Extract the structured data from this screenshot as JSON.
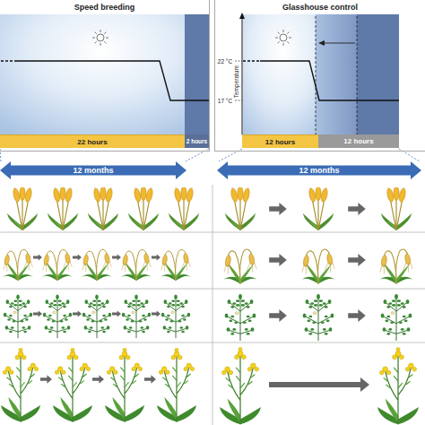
{
  "diagram": {
    "nodes": [
      {
        "text": [
          "Speed breeding"
        ]
      },
      {
        "text": [
          "22 hours"
        ],
        "in": 0
      },
      {
        "text": [
          "2 hours"
        ],
        "in": 0
      },
      {
        "text": [
          "12 months"
        ]
      },
      {
        "text": [
          "Glasshouse control"
        ]
      },
      {
        "text": [
          "12 hours"
        ],
        "in": 4
      },
      {
        "text": [
          "12 hours"
        ],
        "in": 4
      },
      {
        "text": [
          "12 months"
        ]
      }
    ],
    "labels": [
      "22 °C",
      "17 °C",
      "Temperature"
    ]
  }
}
